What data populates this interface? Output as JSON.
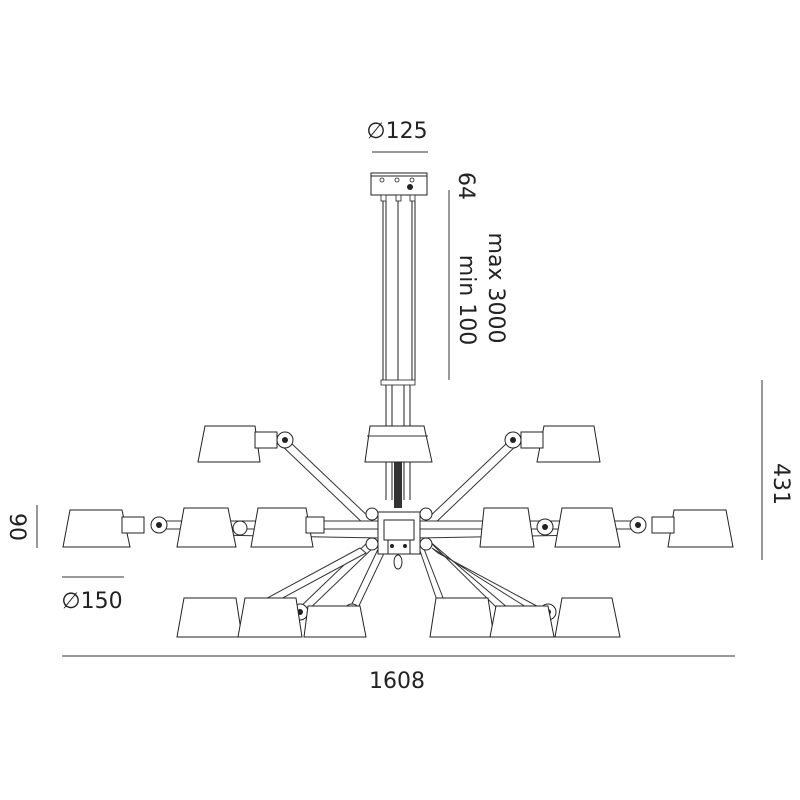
{
  "dimensions": {
    "canopy_diameter": "∅125",
    "canopy_height": "64",
    "cable_max": "max 3000",
    "cable_min": "min 100",
    "total_height": "431",
    "shade_height": "90",
    "shade_diameter": "∅150",
    "total_width": "1608"
  }
}
